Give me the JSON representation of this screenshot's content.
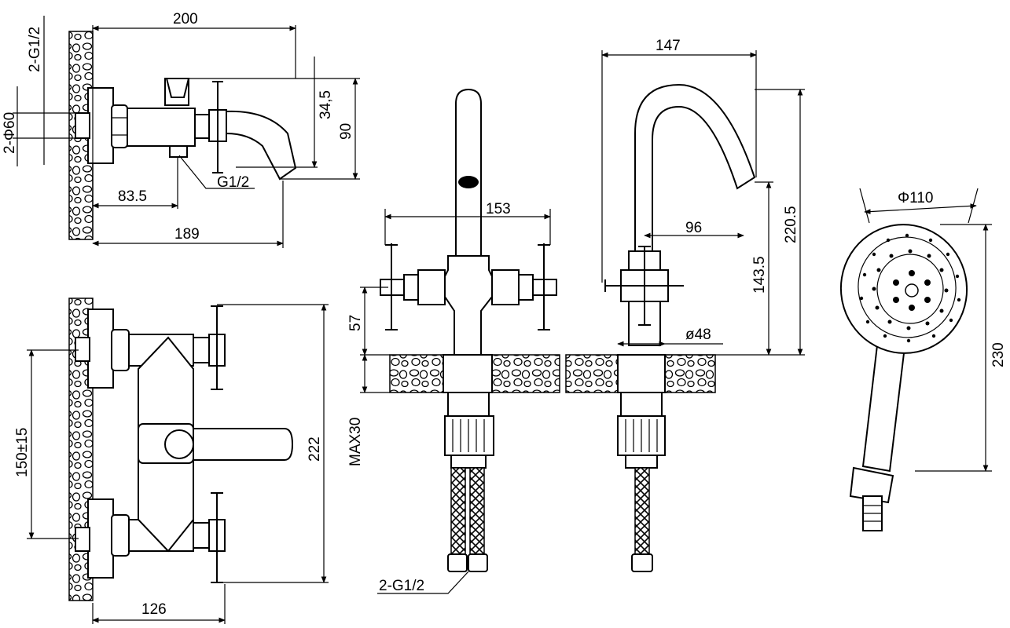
{
  "dimensions": {
    "wall_mixer_side": {
      "width_total": "200",
      "inlet_thread": "2-G1/2",
      "flange_diameter": "2-Φ60",
      "spout_offset": "34,5",
      "height": "90",
      "outlet_thread": "G1/2",
      "center_depth": "83.5",
      "spout_reach": "189"
    },
    "wall_mixer_front": {
      "inlet_spacing": "150±15",
      "height": "222",
      "depth": "126"
    },
    "basin_mixer_front": {
      "handle_span": "153",
      "handle_height": "57",
      "max_counter_thickness": "MAX30",
      "hose_thread": "2-G1/2"
    },
    "basin_mixer_side": {
      "spout_depth": "147",
      "spout_reach": "96",
      "total_height": "220.5",
      "spout_height": "143.5",
      "base_diameter": "ø48"
    },
    "hand_shower": {
      "head_diameter": "Φ110",
      "length": "230"
    }
  }
}
